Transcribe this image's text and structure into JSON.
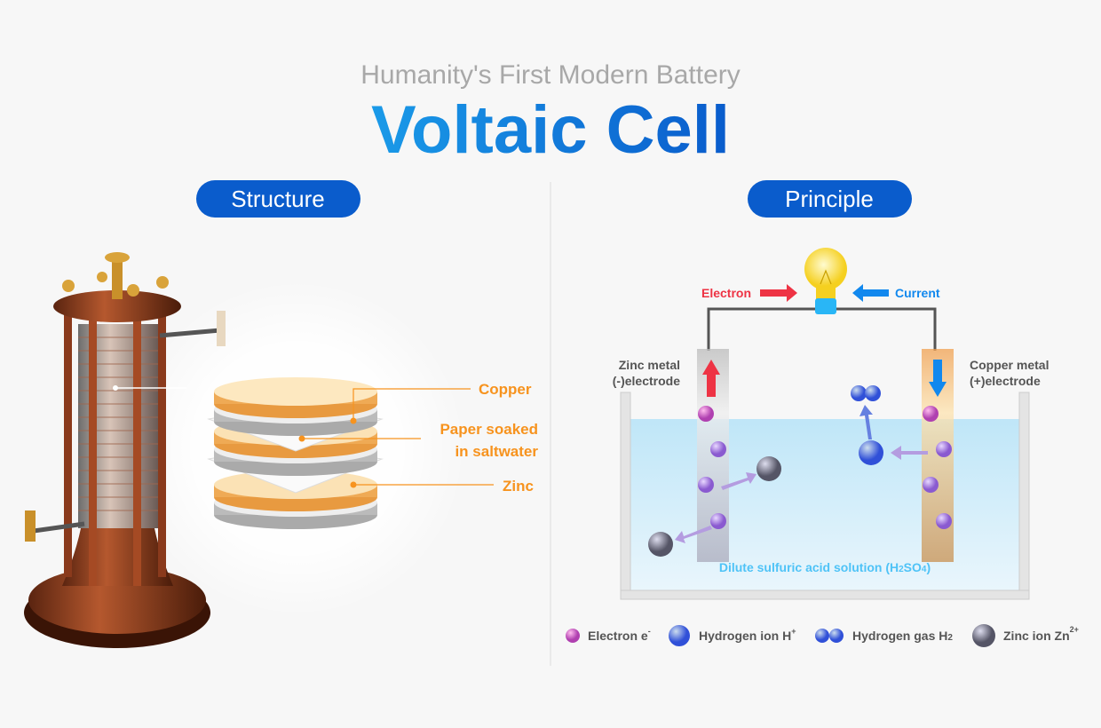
{
  "header": {
    "subtitle": "Humanity's First Modern Battery",
    "title": "Voltaic Cell"
  },
  "structure": {
    "heading": "Structure",
    "labels": {
      "copper": "Copper",
      "paper_line1": "Paper soaked",
      "paper_line2": "in saltwater",
      "zinc": "Zinc"
    }
  },
  "principle": {
    "heading": "Principle",
    "electron_label": "Electron",
    "current_label": "Current",
    "zinc_electrode": {
      "line1": "Zinc metal",
      "line2": "(-)electrode"
    },
    "copper_electrode": {
      "line1": "Copper metal",
      "line2": "(+)electrode"
    },
    "solution": {
      "text": "Dilute sulfuric acid solution (H",
      "sub1": "2",
      "mid": "SO",
      "sub2": "4",
      "end": ")"
    }
  },
  "legend": [
    {
      "label": "Electron e",
      "sup": "-",
      "icon": "electron-sphere"
    },
    {
      "label": "Hydrogen ion H",
      "sup": "+",
      "icon": "hydrogen-ion-sphere"
    },
    {
      "label": "Hydrogen gas H",
      "sub": "2",
      "icon": "hydrogen-gas-pair"
    },
    {
      "label": "Zinc ion Zn",
      "sup": "2+",
      "icon": "zinc-ion-sphere"
    }
  ],
  "colors": {
    "accent": "#0a5ccc",
    "orange": "#f7931e",
    "electron": "#ee3344",
    "current": "#1188ee",
    "solution_text": "#4fc3f7"
  }
}
